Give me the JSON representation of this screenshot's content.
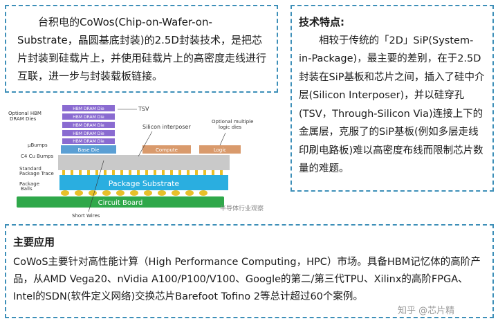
{
  "intro": {
    "text": "台积电的CoWos(Chip-on-Wafer-on-Substrate，晶圆基底封装)的2.5D封装技术，是把芯片封装到硅载片上，并使用硅载片上的高密度走线进行互联，进一步与封装载板链接。"
  },
  "tech": {
    "heading": "技术特点:",
    "text": "相较于传统的「2D」SiP(System-in-Package)，最主要的差别，在于2.5D封装在SiP基板和芯片之间，插入了硅中介层(Silicon Interposer)，并以硅穿孔(TSV，Through-Silicon Via)连接上下的金属层，克服了的SiP基板(例如多层走线印刷电路板)难以高密度布线而限制芯片数量的难题。"
  },
  "apps": {
    "heading": "主要应用",
    "text": "CoWoS主要针对高性能计算（High Performance Computing，HPC）市场。具备HBM记忆体的高阶产品，从AMD Vega20、nVidia A100/P100/V100、Google的第二/第三代TPU、Xilinx的高阶FPGA、Intel的SDN(软件定义网络)交换芯片Barefoot Tofino 2等总计超过60个案例。"
  },
  "diagram": {
    "labels": {
      "hbm": "Optional HBM\nDRAM Dies",
      "hbm_die": "HBM DRAM Die",
      "tsv": "TSV",
      "silicon_interposer": "Silicon interposer",
      "logic_dies": "Optional multiple\nlogic dies",
      "ubumps": "µBumps",
      "base_die": "Base Die",
      "compute": "Compute",
      "logic": "Logic",
      "c4": "C4 Cu Bumps",
      "standard_trace": "Standard\nPackage Trace",
      "package_balls": "Package\nBalls",
      "package_substrate": "Package Substrate",
      "circuit_board": "Circuit Board",
      "short_wires": "Short Wires"
    },
    "colors": {
      "hbm_die": "#8a6bd1",
      "base_die": "#5a9fd4",
      "compute": "#d99a6c",
      "logic": "#d99a6c",
      "interposer": "#c9c9c9",
      "substrate": "#2aaee0",
      "board": "#2fa84a",
      "bump": "#e8c02a"
    }
  },
  "watermark": {
    "source": "半导体行业观察",
    "zhihu": "知乎 @芯片精"
  }
}
